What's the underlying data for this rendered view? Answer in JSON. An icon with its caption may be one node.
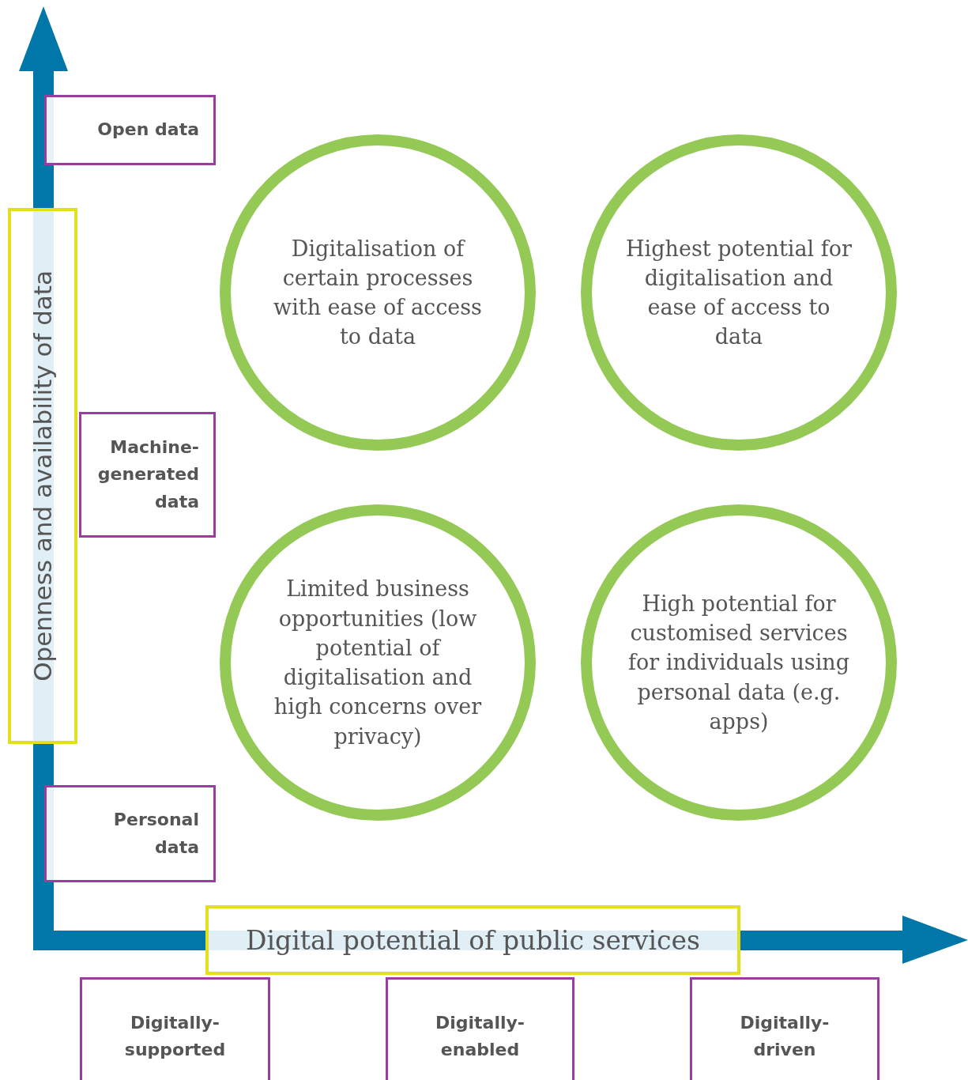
{
  "diagram": {
    "nodes": [
      {
        "text": [
          "Openness and availability of data"
        ]
      },
      {
        "text": [
          "Open data"
        ]
      },
      {
        "text": [
          "Machine-generated data"
        ]
      },
      {
        "text": [
          "Personal data"
        ]
      },
      {
        "text": [
          "Digitalisation of certain processes with ease of access to data"
        ]
      },
      {
        "text": [
          "Highest potential for digitalisation and ease of access to data"
        ]
      },
      {
        "text": [
          "Limited business opportunities (low potential of digitalisation and high concerns over privacy)"
        ]
      },
      {
        "text": [
          "High potential for customised services for individuals using personal data (e.g. apps)"
        ]
      },
      {
        "text": [
          "Digital potential of public services"
        ]
      },
      {
        "text": [
          "Digitally-supported"
        ]
      },
      {
        "text": [
          "Digitally-enabled"
        ]
      },
      {
        "text": [
          "Digitally-driven"
        ]
      }
    ]
  }
}
